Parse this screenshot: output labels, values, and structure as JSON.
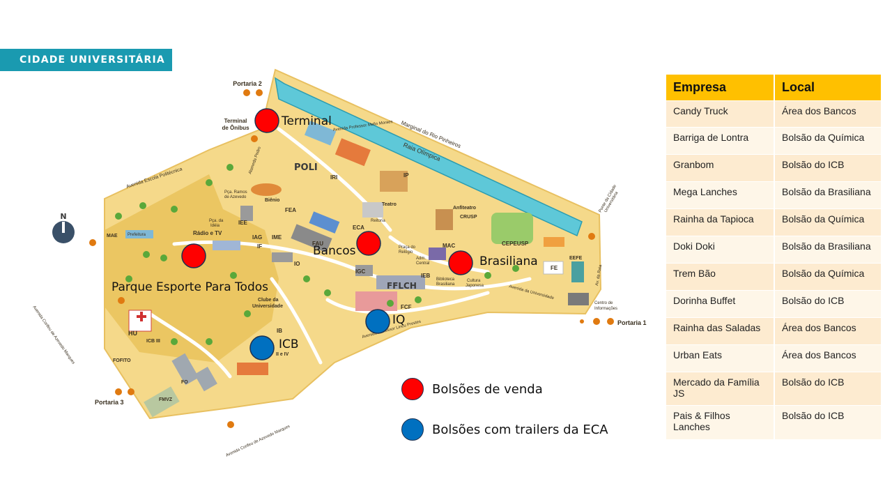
{
  "banner": {
    "title": "CIDADE UNIVERSITÁRIA"
  },
  "map": {
    "labels": {
      "portaria2": "Portaria 2",
      "terminal_onibus_1": "Terminal",
      "terminal_onibus_2": "de Ônibus",
      "marginal": "Marginal do Rio Pinheiros",
      "raia": "Raia Olímpica",
      "av_prof_mello_moraes": "Avenida Professor Mello Moraes",
      "av_escola_politecnica": "Avenida Escola Politécnica",
      "alameda_pedro": "Alameda Pedro",
      "poli": "POLI",
      "iri": "IRI",
      "ip": "IP",
      "teatro": "Teatro",
      "reitoria": "Reitoria",
      "pca_ramos_1": "Pça. Ramos",
      "pca_ramos_2": "de Azevedo",
      "bienio": "Biênio",
      "fea": "FEA",
      "iee": "IEE",
      "pca_ideia_1": "Pça. da",
      "pca_ideia_2": "Idéia",
      "radio_tv": "Rádio e TV",
      "iag": "IAG",
      "ime": "IME",
      "if_lbl": "IF",
      "fau": "FAU",
      "eca": "ECA",
      "anfiteatro": "Anfiteatro",
      "crusp": "CRUSP",
      "mac": "MAC",
      "cepeusp": "CEPEUSP",
      "praca_relogio_1": "Praça do",
      "praca_relogio_2": "Relógio",
      "adm_central_1": "Adm.",
      "adm_central_2": "Central",
      "ieb": "IEB",
      "biblioteca_1": "Biblioteca",
      "biblioteca_2": "Brasiliana",
      "cultura_japonesa_1": "Cultura",
      "cultura_japonesa_2": "Japonesa",
      "fe": "FE",
      "eefe": "EEFE",
      "ponte_1": "Ponte da Cidade",
      "ponte_2": "Universitária",
      "av_raia": "Av. da Raia",
      "av_universidade": "Avenida da Universidade",
      "centro_info_1": "Centro de",
      "centro_info_2": "Informações",
      "portaria1": "Portaria 1",
      "mae": "MAE",
      "prefeitura": "Prefeitura",
      "io": "IO",
      "igc": "IGC",
      "fflch": "FFLCH",
      "fcf": "FCF",
      "clube_1": "Clube da",
      "clube_2": "Universidade",
      "av_lineu_prestes": "Avenida Professor Lineu Prestes",
      "ib": "IB",
      "ii_iv": "II e IV",
      "hu": "HU",
      "icb_iii": "ICB III",
      "fofito": "FOFITO",
      "fo": "FO",
      "fmvz": "FMVZ",
      "portaria3": "Portaria 3",
      "av_corifeu_1": "Avenida Corifeu de Azevedo Marques",
      "av_corifeu_2": "Avenida Corifeu de Azevedo Marques",
      "north": "N"
    },
    "markers": [
      {
        "label": "Terminal",
        "type": "venda"
      },
      {
        "label": "Bancos",
        "type": "venda"
      },
      {
        "label": "Brasiliana",
        "type": "venda"
      },
      {
        "label": "Parque Esporte Para Todos",
        "type": "venda"
      },
      {
        "label": "IQ",
        "type": "trailer"
      },
      {
        "label": "ICB",
        "type": "trailer"
      }
    ]
  },
  "legend": {
    "venda": {
      "label": "Bolsões de venda",
      "color": "#ff0000"
    },
    "trailer": {
      "label": "Bolsões com trailers da ECA",
      "color": "#0070c0"
    }
  },
  "table": {
    "headers": [
      "Empresa",
      "Local"
    ],
    "rows": [
      [
        "Candy Truck",
        "Área dos Bancos"
      ],
      [
        "Barriga de Lontra",
        "Bolsão da Química"
      ],
      [
        "Granbom",
        "Bolsão do ICB"
      ],
      [
        "Mega Lanches",
        "Bolsão da Brasiliana"
      ],
      [
        "Rainha da Tapioca",
        "Bolsão da Química"
      ],
      [
        "Doki Doki",
        "Bolsão da Brasiliana"
      ],
      [
        "Trem Bão",
        "Bolsão da Química"
      ],
      [
        "Dorinha Buffet",
        "Bolsão do ICB"
      ],
      [
        "Rainha das Saladas",
        "Área dos Bancos"
      ],
      [
        "Urban Eats",
        "Área dos Bancos"
      ],
      [
        "Mercado da Família JS",
        "Bolsão do ICB"
      ],
      [
        "Pais & Filhos Lanches",
        "Bolsão do ICB"
      ]
    ]
  }
}
